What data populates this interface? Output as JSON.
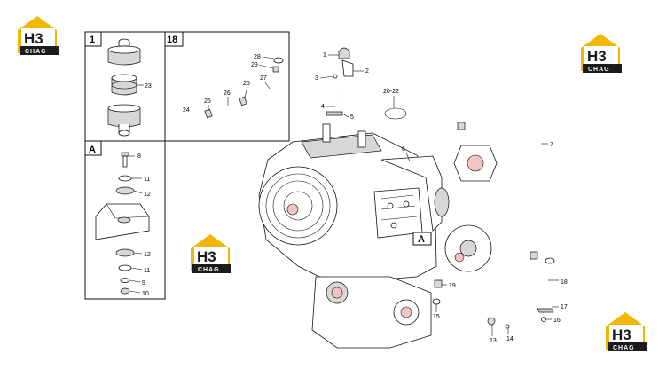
{
  "colors": {
    "logo_yellow": "#f2b705",
    "logo_dark": "#1b1b1b",
    "line": "#111111"
  },
  "logos": [
    {
      "top_text": "H3",
      "bottom_text": "CHAG",
      "icon": "h3-house-logo"
    },
    {
      "top_text": "H3",
      "bottom_text": "CHAG",
      "icon": "h3-house-logo"
    },
    {
      "top_text": "H3",
      "bottom_text": "CHAG",
      "icon": "h3-house-logo"
    },
    {
      "top_text": "H3",
      "bottom_text": "CHAG",
      "icon": "h3-house-logo"
    }
  ],
  "boxes": {
    "box1": {
      "title": "1",
      "labels": [
        "23"
      ]
    },
    "box18": {
      "title": "18",
      "labels": [
        "28",
        "29",
        "27",
        "25",
        "26",
        "25",
        "24"
      ]
    },
    "boxA": {
      "title": "A",
      "labels": [
        "8",
        "11",
        "12",
        "12",
        "11",
        "9",
        "10"
      ]
    }
  },
  "main": {
    "callout_A": "A",
    "labels": [
      "1",
      "2",
      "3",
      "4",
      "5",
      "20-22",
      "6",
      "7",
      "18",
      "17",
      "16",
      "19",
      "15",
      "13",
      "14"
    ]
  }
}
